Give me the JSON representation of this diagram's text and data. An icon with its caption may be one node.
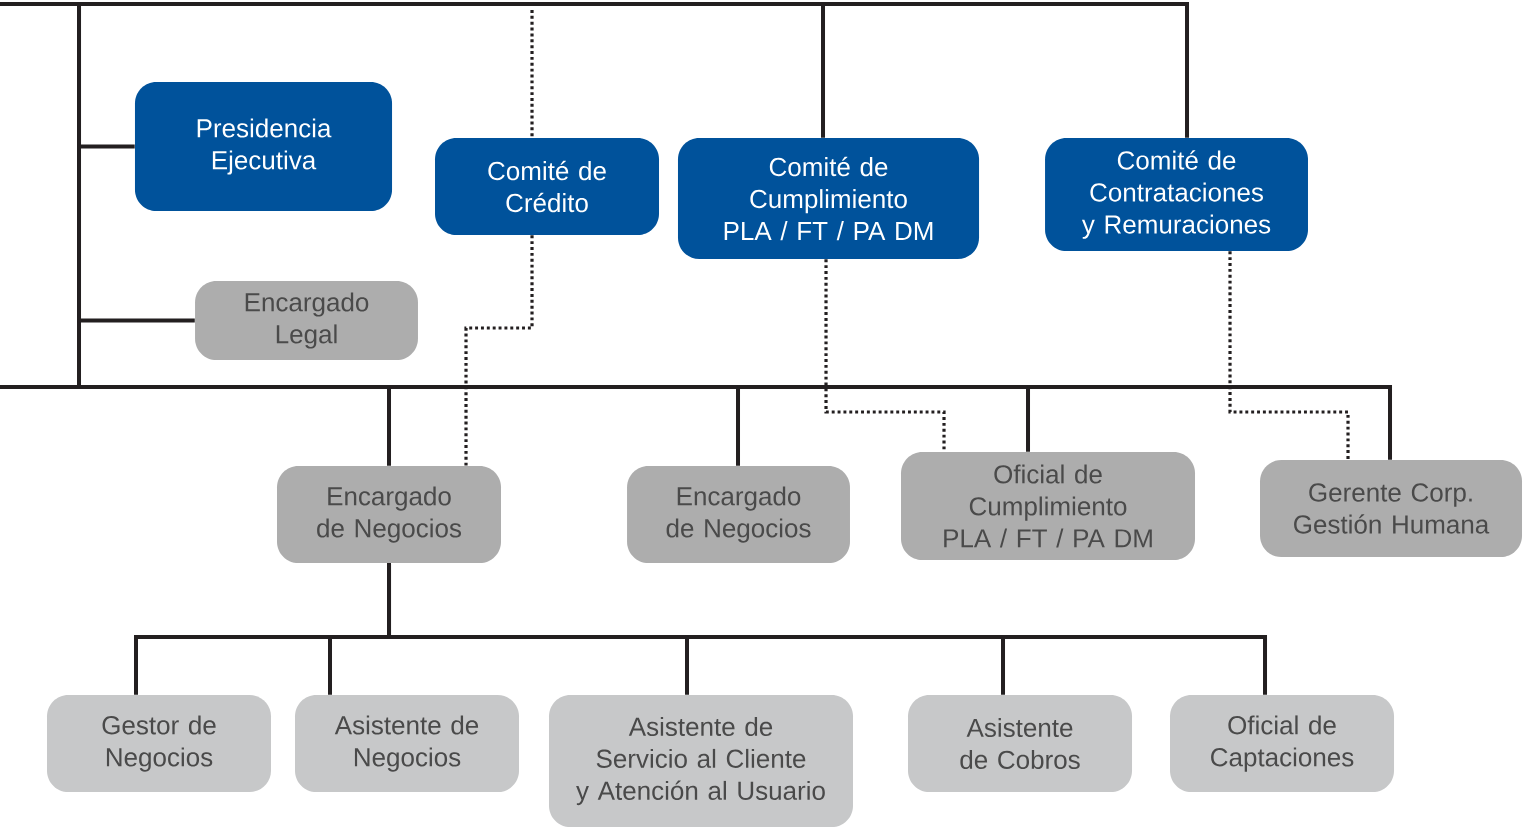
{
  "diagram": {
    "nodes": [
      {
        "text": [
          "Presidencia Ejecutiva"
        ]
      },
      {
        "text": [
          "Comité de Crédito"
        ]
      },
      {
        "text": [
          "Comité de Cumplimiento PLA / FT / PA DM"
        ]
      },
      {
        "text": [
          "Comité de Contrataciones y Remuraciones"
        ]
      },
      {
        "text": [
          "Encargado Legal"
        ]
      },
      {
        "text": [
          "Encargado de Negocios"
        ]
      },
      {
        "text": [
          "Encargado de Negocios"
        ]
      },
      {
        "text": [
          "Oficial de Cumplimiento PLA / FT / PA DM"
        ]
      },
      {
        "text": [
          "Gerente Corp. Gestión Humana"
        ]
      },
      {
        "text": [
          "Gestor de Negocios"
        ]
      },
      {
        "text": [
          "Asistente de Negocios"
        ]
      },
      {
        "text": [
          "Asistente de Servicio al Cliente y Atención al Usuario"
        ]
      },
      {
        "text": [
          "Asistente de Cobros"
        ]
      },
      {
        "text": [
          "Oficial de Captaciones"
        ]
      }
    ],
    "edges": [
      {
        "from": null,
        "to": 0,
        "arrow": "none"
      },
      {
        "from": null,
        "to": 4,
        "arrow": "none"
      },
      {
        "from": null,
        "to": 1,
        "arrow": "none",
        "style": "dashed"
      },
      {
        "from": null,
        "to": 2,
        "arrow": "none"
      },
      {
        "from": null,
        "to": 3,
        "arrow": "none"
      },
      {
        "from": null,
        "to": 5,
        "arrow": "none"
      },
      {
        "from": null,
        "to": 6,
        "arrow": "none"
      },
      {
        "from": null,
        "to": 7,
        "arrow": "none"
      },
      {
        "from": null,
        "to": 8,
        "arrow": "none"
      },
      {
        "from": 1,
        "to": 5,
        "arrow": "none",
        "style": "dashed"
      },
      {
        "from": 2,
        "to": 7,
        "arrow": "none",
        "style": "dashed"
      },
      {
        "from": 3,
        "to": 8,
        "arrow": "none",
        "style": "dashed"
      },
      {
        "from": 5,
        "to": 9,
        "arrow": "none"
      },
      {
        "from": 5,
        "to": 10,
        "arrow": "none"
      },
      {
        "from": 5,
        "to": 11,
        "arrow": "none"
      },
      {
        "from": 5,
        "to": 12,
        "arrow": "none"
      },
      {
        "from": 5,
        "to": 13,
        "arrow": "none"
      }
    ]
  }
}
